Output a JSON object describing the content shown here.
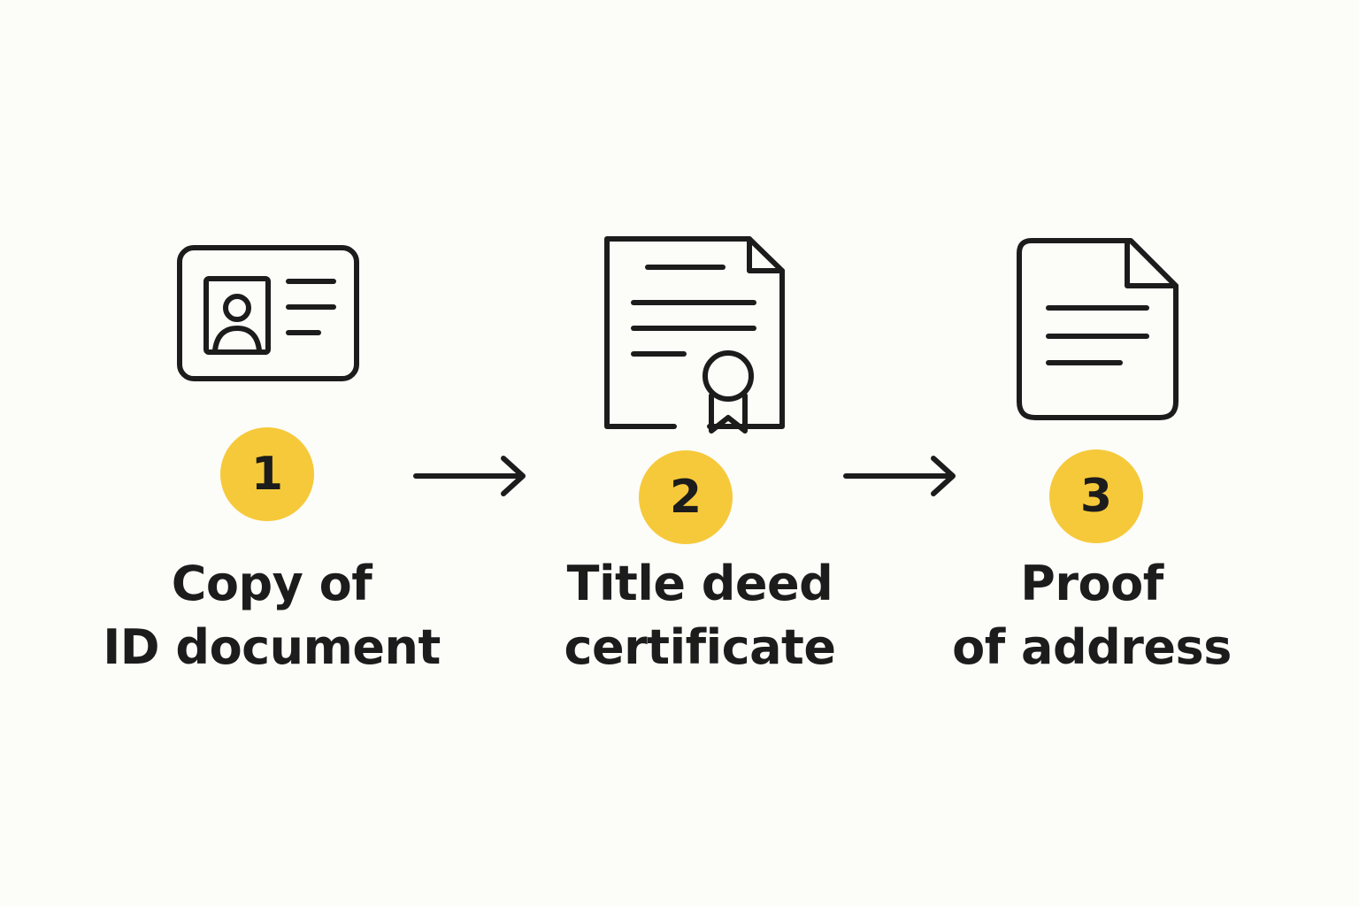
{
  "colors": {
    "background": "#fcfcf9",
    "ink": "#1c1c1c",
    "badge": "#f6c93a"
  },
  "steps": [
    {
      "number": "1",
      "icon": "id-card-icon",
      "label_line1": "Copy of",
      "label_line2": "ID document"
    },
    {
      "number": "2",
      "icon": "certificate-document-icon",
      "label_line1": "Title deed",
      "label_line2": "certificate"
    },
    {
      "number": "3",
      "icon": "document-icon",
      "label_line1": "Proof",
      "label_line2": "of address"
    }
  ],
  "connectors": [
    {
      "icon": "arrow-right-icon"
    },
    {
      "icon": "arrow-right-icon"
    }
  ]
}
